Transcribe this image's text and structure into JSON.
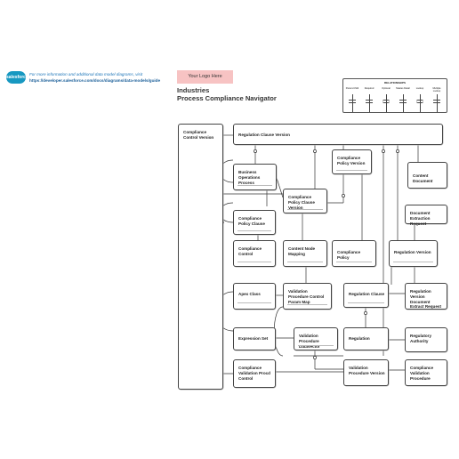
{
  "header": {
    "brand": "salesforce",
    "info_line1": "For more information and additional data model diagrams, visit",
    "info_url": "https://developer.salesforce.com/docs/diagrams/data-models/guide",
    "logo_placeholder": "Your Logo Here",
    "title_line1": "Industries",
    "title_line2": "Process Compliance Navigator"
  },
  "legend": {
    "title": "RELATIONSHIPS",
    "items": [
      "Parent-Child",
      "Required",
      "Optional",
      "Master-Detail",
      "Lookup",
      "Multiple Lookup"
    ]
  },
  "entities": [
    {
      "id": "cc-version",
      "label": "Compliance Control Version"
    },
    {
      "id": "reg-clause-version",
      "label": "Regulation Clause Version"
    },
    {
      "id": "business-process",
      "label": "Business Operations Process"
    },
    {
      "id": "cp-version",
      "label": "Compliance Policy Version"
    },
    {
      "id": "content-document",
      "label": "Content Document"
    },
    {
      "id": "cp-clause-version",
      "label": "Compliance Policy Clause Version"
    },
    {
      "id": "cp-clause",
      "label": "Compliance Policy Clause"
    },
    {
      "id": "doc-extraction",
      "label": "Document Extraction Request"
    },
    {
      "id": "compliance-control",
      "label": "Compliance Control"
    },
    {
      "id": "content-node-mapping",
      "label": "Content Node Mapping"
    },
    {
      "id": "compliance-policy",
      "label": "Compliance Policy"
    },
    {
      "id": "regulation-version",
      "label": "Regulation Version"
    },
    {
      "id": "reg-version-doc",
      "label": "Regulation Version Document Extract Request"
    },
    {
      "id": "apex-class",
      "label": "Apex Class"
    },
    {
      "id": "vp-param-map",
      "label": "Validation Procedure Control Param Map"
    },
    {
      "id": "regulation-clause",
      "label": "Regulation Clause"
    },
    {
      "id": "expression-set",
      "label": "Expression Set"
    },
    {
      "id": "vp-datavector",
      "label": "Validation Procedure Datavector"
    },
    {
      "id": "regulation",
      "label": "Regulation"
    },
    {
      "id": "regulatory-authority",
      "label": "Regulatory Authority"
    },
    {
      "id": "cc-validation-proc",
      "label": "Compliance Validation Procd Control"
    },
    {
      "id": "vp-version",
      "label": "Validation Procedure Version"
    },
    {
      "id": "compliance-validation",
      "label": "Compliance Validation Procedure"
    }
  ]
}
